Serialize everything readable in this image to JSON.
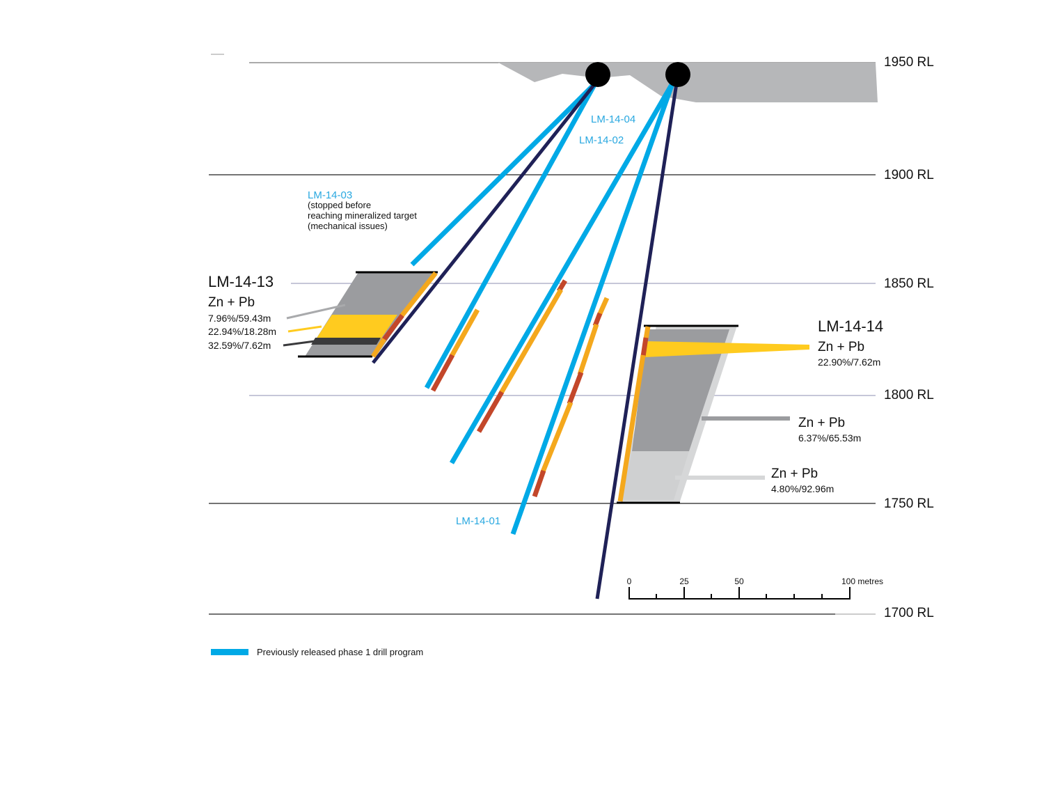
{
  "levels": [
    {
      "id": "rl-1950",
      "label": "1950 RL"
    },
    {
      "id": "rl-1900",
      "label": "1900 RL"
    },
    {
      "id": "rl-1850",
      "label": "1850 RL"
    },
    {
      "id": "rl-1800",
      "label": "1800 RL"
    },
    {
      "id": "rl-1750",
      "label": "1750 RL"
    },
    {
      "id": "rl-1700",
      "label": "1700 RL"
    }
  ],
  "holes": {
    "lm_14_04": "LM-14-04",
    "lm_14_02": "LM-14-02",
    "lm_14_03": "LM-14-03",
    "lm_14_03_note": [
      "(stopped before",
      "reaching mineralized target",
      "(mechanical issues)"
    ],
    "lm_14_01": "LM-14-01"
  },
  "lm_14_13": {
    "title": "LM-14-13",
    "element": "Zn + Pb",
    "intervals": [
      "7.96%/59.43m",
      "22.94%/18.28m",
      "32.59%/7.62m"
    ]
  },
  "lm_14_14": {
    "title": "LM-14-14",
    "element": "Zn + Pb",
    "interval": "22.90%/7.62m"
  },
  "zone_mid": {
    "element": "Zn + Pb",
    "interval": "6.37%/65.53m"
  },
  "zone_low": {
    "element": "Zn + Pb",
    "interval": "4.80%/92.96m"
  },
  "scale": {
    "ticks": [
      "0",
      "25",
      "50"
    ],
    "end_label": "100 metres"
  },
  "legend": {
    "label": "Previously released phase 1 drill program"
  },
  "colors": {
    "phase1_blue": "#00a9e6",
    "navy": "#1f2157",
    "gold": "#ffcb1f",
    "orange": "#f4a81d",
    "rust": "#c3472a",
    "grey_dark": "#9b9c9f",
    "grey_light": "#d6d7d8",
    "ground": "#b6b7b9"
  }
}
